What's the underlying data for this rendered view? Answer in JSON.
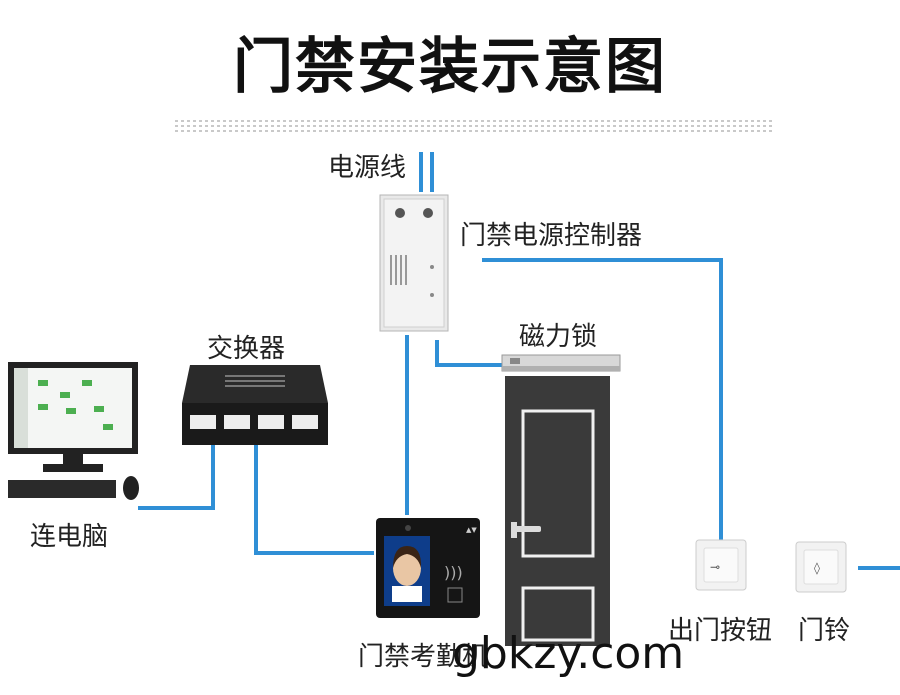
{
  "title": "门禁安装示意图",
  "labels": {
    "power_line": "电源线",
    "controller": "门禁电源控制器",
    "switch": "交换器",
    "maglock": "磁力锁",
    "computer": "连电脑",
    "exit_button": "出门按钮",
    "doorbell": "门铃",
    "terminal": "门禁考勤机"
  },
  "watermark": "gbkzy.com",
  "colors": {
    "wire": "#2f8fd6",
    "door": "#3a3a3a",
    "terminal": "#151515"
  },
  "icons": [
    "computer-icon",
    "network-switch-icon",
    "power-controller-icon",
    "maglock-icon",
    "door-icon",
    "face-terminal-icon",
    "exit-button-icon",
    "doorbell-icon"
  ]
}
